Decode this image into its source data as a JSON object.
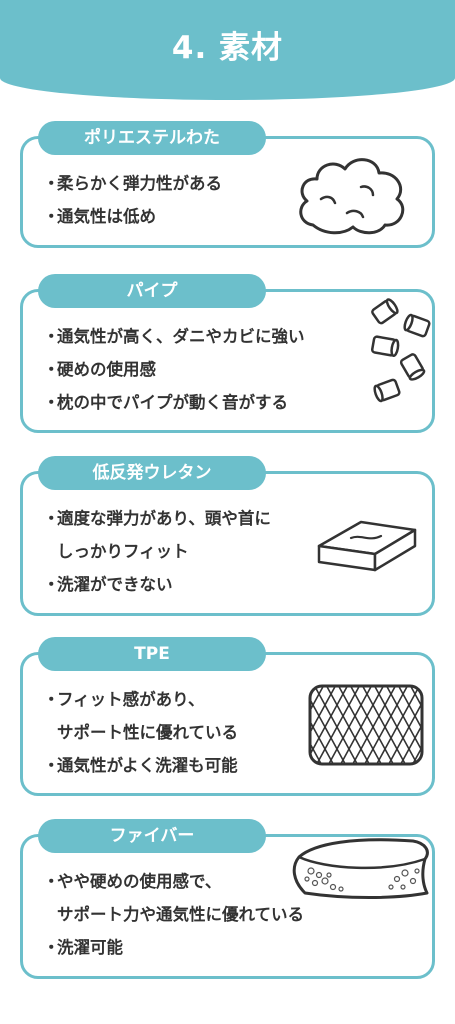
{
  "header": {
    "title": "4. 素材"
  },
  "sections": [
    {
      "name": "ポリエステルわた",
      "lines": [
        "柔らかく弾力性がある",
        "通気性は低め"
      ]
    },
    {
      "name": "パイプ",
      "lines": [
        "通気性が高く、ダニやカビに強い",
        "硬めの使用感",
        "枕の中でパイプが動く音がする"
      ]
    },
    {
      "name": "低反発ウレタン",
      "lines": [
        "適度な弾力があり、頭や首に",
        "しっかりフィット",
        "洗濯ができない"
      ]
    },
    {
      "name": "TPE",
      "lines": [
        "フィット感があり、",
        "サポート性に優れている",
        "通気性がよく洗濯も可能"
      ]
    },
    {
      "name": "ファイバー",
      "lines": [
        "やや硬めの使用感で、",
        "サポート力や通気性に優れている",
        "洗濯可能"
      ]
    }
  ],
  "bullet": "・",
  "icons": [
    "cotton-icon",
    "pipe-icon",
    "urethane-block-icon",
    "tpe-mesh-icon",
    "fiber-pillow-icon"
  ],
  "colors": {
    "accent": "#6cbfcb",
    "text": "#333333",
    "background": "#ffffff"
  }
}
